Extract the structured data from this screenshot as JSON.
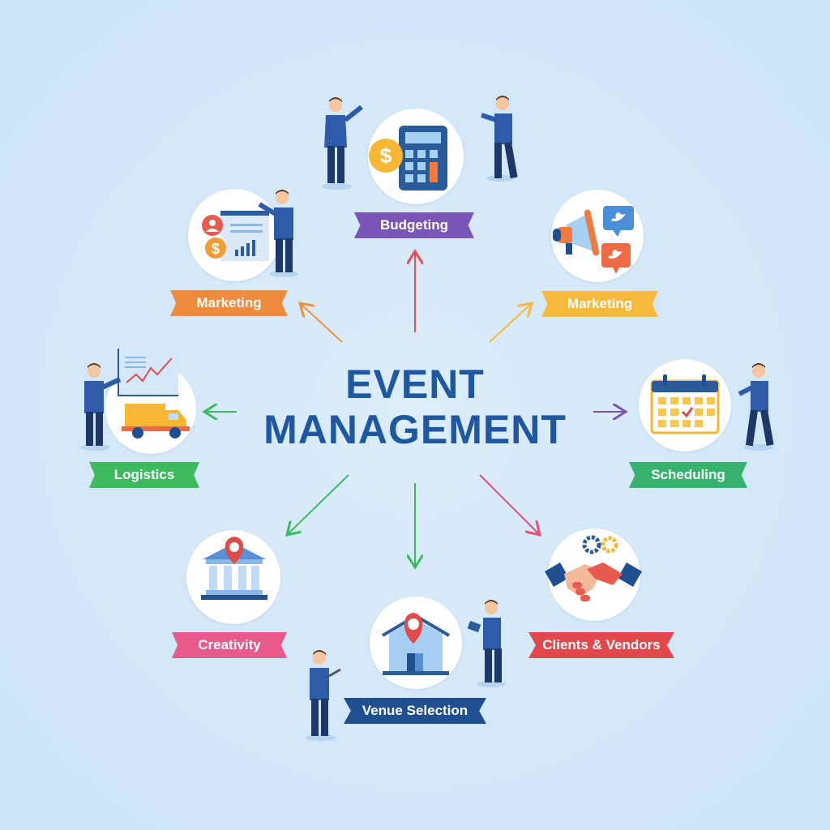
{
  "title": {
    "line1": "EVENT",
    "line2": "MANAGEMENT",
    "color": "#1f58a0"
  },
  "nodes": [
    {
      "id": "budgeting",
      "label": "Budgeting",
      "color": "#7b54b8",
      "icon": "calculator-dollar-icon",
      "arrow_color": "#e2505a"
    },
    {
      "id": "marketing-left",
      "label": "Marketing",
      "color": "#f08a3c",
      "icon": "report-chart-icon",
      "arrow_color": "#f0913c"
    },
    {
      "id": "marketing-right",
      "label": "Marketing",
      "color": "#f6b93b",
      "icon": "megaphone-social-icon",
      "arrow_color": "#f6b93b"
    },
    {
      "id": "logistics",
      "label": "Logistics",
      "color": "#3dba5e",
      "icon": "truck-chart-icon",
      "arrow_color": "#3dba5e"
    },
    {
      "id": "scheduling",
      "label": "Scheduling",
      "color": "#35b36e",
      "icon": "calendar-icon",
      "arrow_color": "#7b54b8"
    },
    {
      "id": "creativity",
      "label": "Creativity",
      "color": "#e75a8a",
      "icon": "building-pin-icon",
      "arrow_color": "#3dba5e"
    },
    {
      "id": "venue-selection",
      "label": "Venue Selection",
      "color": "#1f4f8f",
      "icon": "house-pin-icon",
      "arrow_color": "#3dba5e"
    },
    {
      "id": "clients-vendors",
      "label": "Clients & Vendors",
      "color": "#e2474b",
      "icon": "handshake-gears-icon",
      "arrow_color": "#e0507a"
    }
  ]
}
